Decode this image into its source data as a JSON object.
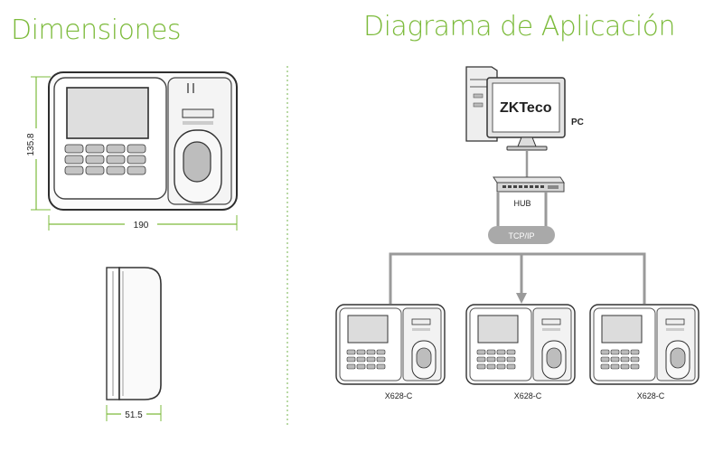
{
  "headings": {
    "dimensions": "Dimensiones",
    "application": "Diagrama de Aplicación"
  },
  "dimensions": {
    "height": "135.8",
    "width": "190",
    "depth": "51.5"
  },
  "network": {
    "pc_label": "PC",
    "pc_brand": "ZKTeco",
    "hub_label": "HUB",
    "link_label": "TCP/IP",
    "devices": [
      "X628-C",
      "X628-C",
      "X628-C"
    ]
  },
  "colors": {
    "accent_green": "#7dbb3c",
    "connector_gray": "#9a9a9a",
    "divider_green": "#8cc06a"
  }
}
